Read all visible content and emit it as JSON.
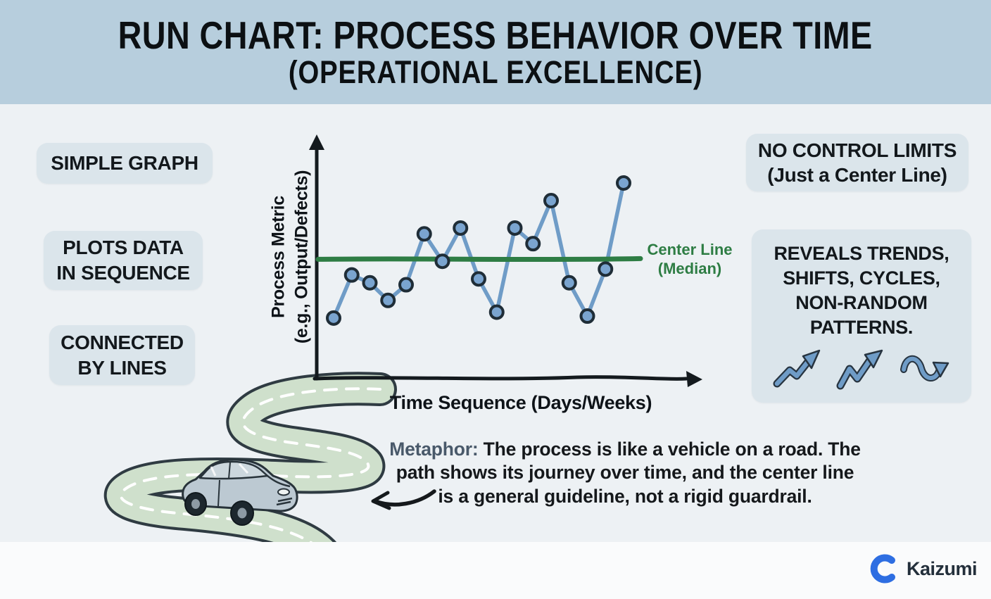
{
  "header": {
    "title": "RUN CHART: PROCESS BEHAVIOR OVER TIME",
    "subtitle": "(OPERATIONAL EXCELLENCE)"
  },
  "left_callouts": [
    {
      "label": "SIMPLE GRAPH"
    },
    {
      "label": "PLOTS DATA\nIN SEQUENCE"
    },
    {
      "label": "CONNECTED\nBY LINES"
    }
  ],
  "right_callouts": [
    {
      "label": "NO CONTROL LIMITS\n(Just a Center Line)"
    },
    {
      "label": "REVEALS TRENDS,\nSHIFTS, CYCLES,\nNON-RANDOM\nPATTERNS.",
      "icons": [
        "rising-zigzag-trend-arrow",
        "steep-zigzag-trend-arrow",
        "cycle-wave-arrow"
      ]
    }
  ],
  "chart_data": {
    "type": "line",
    "title": "Run chart: process metric plotted in time sequence with a median center line",
    "xlabel": "Time Sequence (Days/Weeks)",
    "ylabel": "Process Metric\n(e.g., Output/Defects)",
    "x": [
      1,
      2,
      3,
      4,
      5,
      6,
      7,
      8,
      9,
      10,
      11,
      12,
      13,
      14,
      15,
      16,
      17
    ],
    "values": [
      3.1,
      5.3,
      4.9,
      4.0,
      4.8,
      7.4,
      6.0,
      7.7,
      5.1,
      3.4,
      7.7,
      6.9,
      9.1,
      4.9,
      3.2,
      5.6,
      10.0
    ],
    "center_line": {
      "label": "Center Line\n(Median)",
      "value": 6.1
    },
    "ylim": [
      0,
      11
    ],
    "grid": false,
    "legend": false,
    "axis_ticks": "none (conceptual sketch, unlabeled axes)",
    "colors": {
      "series": "#6f9cc7",
      "point_fill": "#7aa4cf",
      "point_stroke": "#1f2d37",
      "center_line": "#2e7d44",
      "axis": "#141a1e"
    }
  },
  "metaphor": {
    "prefix": "Metaphor:",
    "body": "The process is like a vehicle on a road. The\npath shows its journey over time, and the center line\nis a general guideline, not a rigid guardrail."
  },
  "footer": {
    "brand": "Kaizumi"
  },
  "palette": {
    "header_bg": "#b7cedd",
    "main_bg": "#edf1f4",
    "footer_bg": "#fafbfc",
    "callout_bg": "#dbe5eb",
    "road_green": "#cfe0cc",
    "metaphor_prefix": "#49596a",
    "logo_blue": "#2e6ee2",
    "logo_text": "#232f3b"
  }
}
